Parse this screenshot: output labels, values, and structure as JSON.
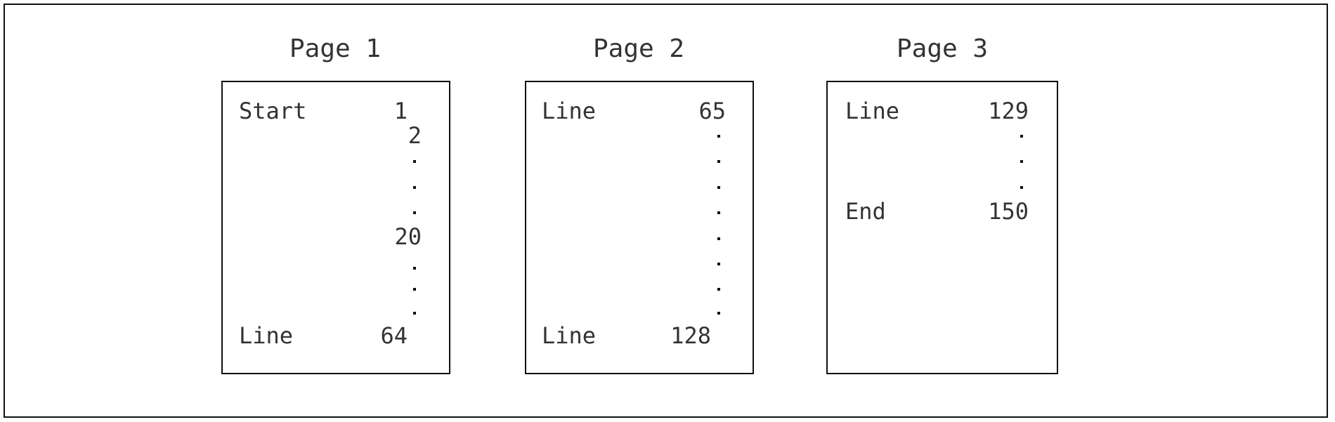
{
  "pages": [
    {
      "title": "Page 1",
      "rows": {
        "start_label": "Start",
        "n1": "1",
        "n2": "2",
        "n20": "20",
        "end_label": "Line",
        "n64": "64"
      }
    },
    {
      "title": "Page 2",
      "rows": {
        "start_label": "Line",
        "n65": "65",
        "end_label": "Line",
        "n128": "128"
      }
    },
    {
      "title": "Page 3",
      "rows": {
        "start_label": "Line",
        "n129": "129",
        "end_label": "End",
        "n150": "150"
      }
    }
  ]
}
